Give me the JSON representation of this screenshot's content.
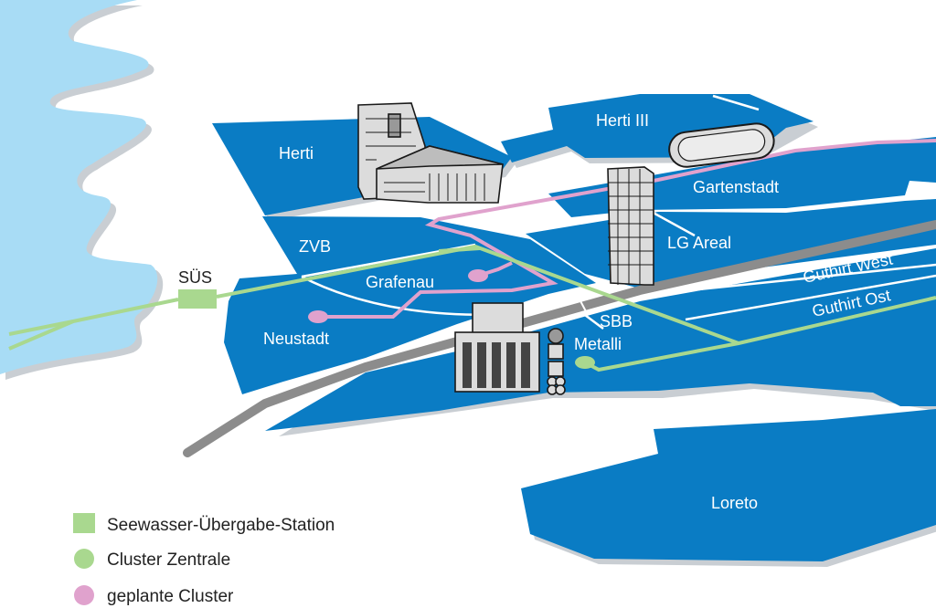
{
  "colors": {
    "district": "#0a7cc4",
    "water": "#a8dcf5",
    "shadow": "#c9ced3",
    "rail": "#8c8c8c",
    "cluster_line": "#a9d88f",
    "planned_line": "#e0a2cd"
  },
  "districts": {
    "herti": "Herti",
    "herti3": "Herti III",
    "gartenstadt": "Gartenstadt",
    "zvb": "ZVB",
    "lg_areal": "LG Areal",
    "grafenau": "Grafenau",
    "guthirt_west": "Guthirt West",
    "guthirt_ost": "Guthirt Ost",
    "neustadt": "Neustadt",
    "sbb": "SBB",
    "metalli": "Metalli",
    "loreto": "Loreto"
  },
  "stations": {
    "sues": "SÜS"
  },
  "legend": [
    {
      "label": "Seewasser-Übergabe-Station",
      "symbol": "square",
      "color": "#a9d88f"
    },
    {
      "label": "Cluster Zentrale",
      "symbol": "circle",
      "color": "#a9d88f"
    },
    {
      "label": "geplante Cluster",
      "symbol": "circle",
      "color": "#e0a2cd"
    }
  ]
}
